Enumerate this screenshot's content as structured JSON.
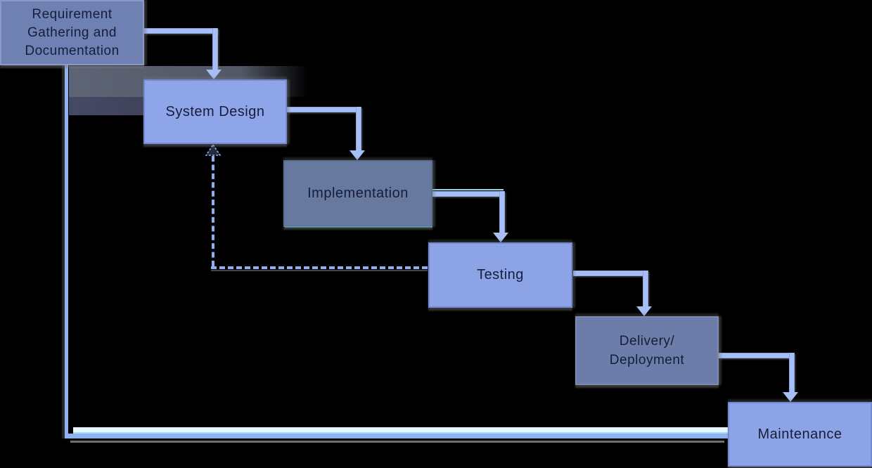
{
  "colors": {
    "background": "#000000",
    "connector": "#A6BEF4",
    "connector_edge": "#8BA5EA",
    "dashed_feedback": "#8FB0F0",
    "feedback_blue": "#8FB2F0",
    "feedback_highlight": "#E8F6FF",
    "feedback_cyan": "#A5E0EF",
    "shadow_gray": "#969696",
    "teal_accent": "#54C2B8",
    "label_text": "#161D3A"
  },
  "diagram": {
    "type": "waterfall-process-flow",
    "stages": [
      {
        "id": "requirement-gathering",
        "label": "Requirement\nGathering and\nDocumentation",
        "tone": "dark",
        "fill": "#6F81B3",
        "border": "#8A99C6"
      },
      {
        "id": "system-design",
        "label": "System Design",
        "tone": "light",
        "fill": "#8EA5E9",
        "border": "#7489D6"
      },
      {
        "id": "implementation",
        "label": "Implementation",
        "tone": "dark",
        "fill": "#68799F",
        "border": "#5E6F96"
      },
      {
        "id": "testing",
        "label": "Testing",
        "tone": "light",
        "fill": "#8CA4E6",
        "border": "#7489D6"
      },
      {
        "id": "delivery-deployment",
        "label": "Delivery/\nDeployment",
        "tone": "dark",
        "fill": "#6B7DA8",
        "border": "#7C8AB0"
      },
      {
        "id": "maintenance",
        "label": "Maintenance",
        "tone": "light",
        "fill": "#8CA4E6",
        "border": "#7489D6"
      }
    ],
    "connections": [
      {
        "from": "Requirement Gathering and Documentation",
        "to": "System Design",
        "type": "forward",
        "style": "solid-arrow"
      },
      {
        "from": "System Design",
        "to": "Implementation",
        "type": "forward",
        "style": "solid-arrow"
      },
      {
        "from": "Implementation",
        "to": "Testing",
        "type": "forward",
        "style": "solid-arrow"
      },
      {
        "from": "Testing",
        "to": "Delivery/Deployment",
        "type": "forward",
        "style": "solid-arrow"
      },
      {
        "from": "Delivery/Deployment",
        "to": "Maintenance",
        "type": "forward",
        "style": "solid-arrow"
      },
      {
        "from": "Testing",
        "to": "System Design",
        "type": "feedback",
        "style": "dashed-arrow"
      },
      {
        "from": "Maintenance",
        "to": "Requirement Gathering and Documentation",
        "type": "feedback",
        "style": "solid-line"
      }
    ]
  }
}
